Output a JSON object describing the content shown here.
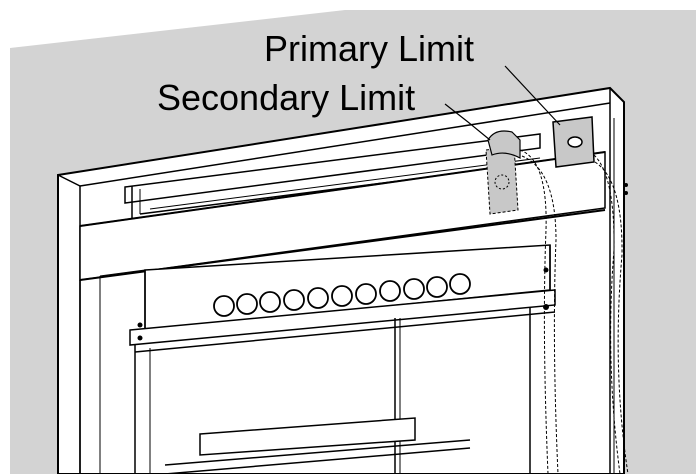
{
  "labels": {
    "primary_limit": "Primary Limit",
    "secondary_limit": "Secondary Limit"
  },
  "colors": {
    "wall": "#d3d3d3",
    "outline": "#000000",
    "limit_switch": "#c8c8c8",
    "background": "#ffffff"
  },
  "burner_port_count": 11
}
